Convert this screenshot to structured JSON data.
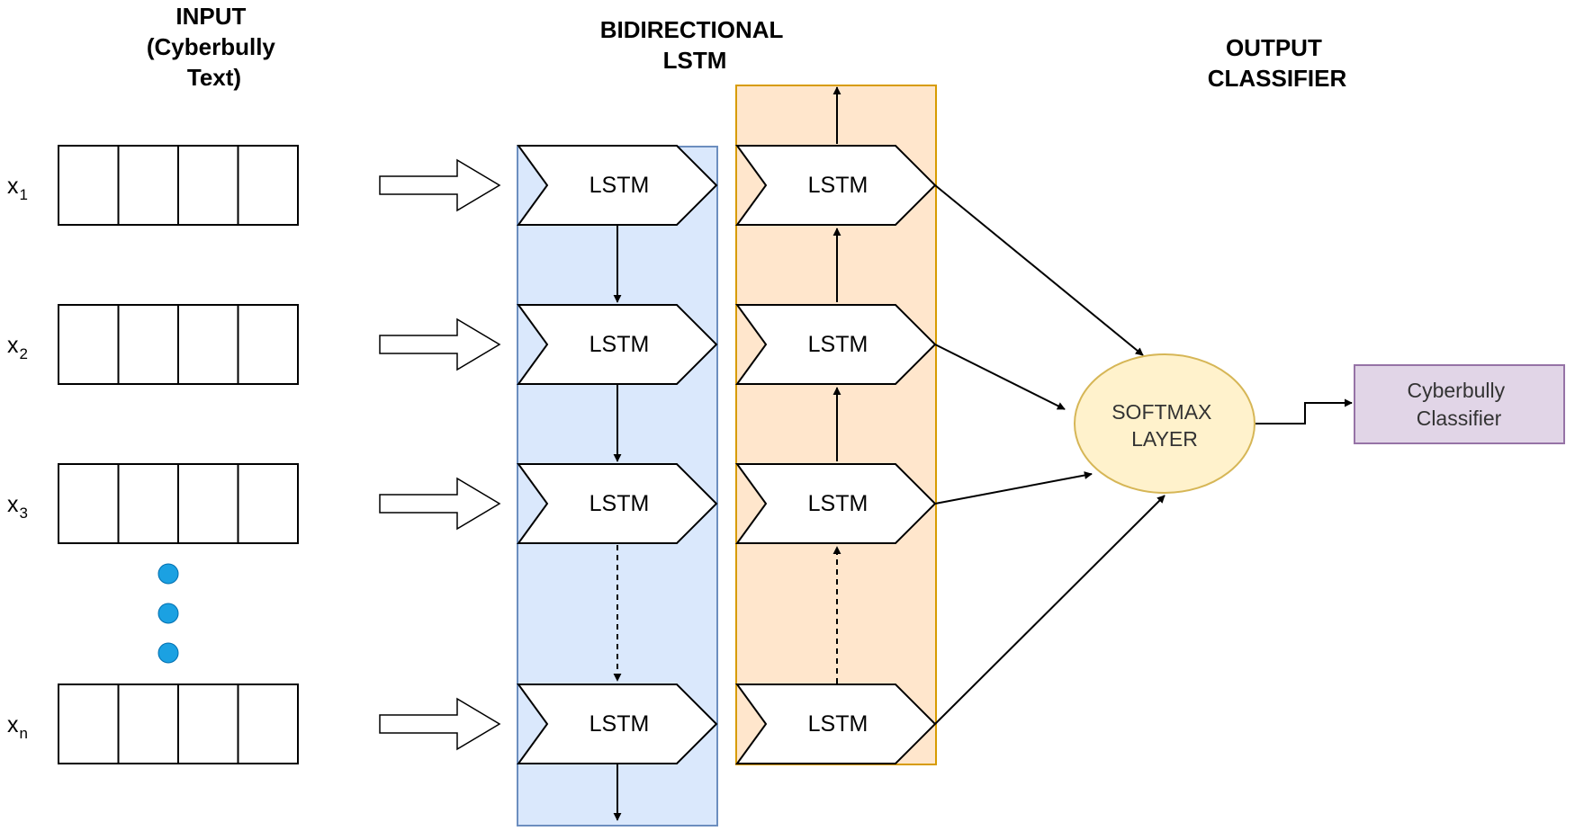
{
  "headings": {
    "input": [
      "INPUT",
      "(Cyberbully",
      "Text)"
    ],
    "bilstm": [
      "BIDIRECTIONAL",
      "LSTM"
    ],
    "output": [
      "OUTPUT",
      "CLASSIFIER"
    ]
  },
  "inputs": [
    {
      "base": "x",
      "sub": "1"
    },
    {
      "base": "x",
      "sub": "2"
    },
    {
      "base": "x",
      "sub": "3"
    },
    {
      "base": "x",
      "sub": "n"
    }
  ],
  "lstm_label": "LSTM",
  "softmax": [
    "SOFTMAX",
    "LAYER"
  ],
  "classifier": [
    "Cyberbully",
    "Classifier"
  ],
  "colors": {
    "forward_panel_fill": "#dae8fc",
    "forward_panel_stroke": "#6c8ebf",
    "backward_panel_fill": "#ffe6cc",
    "backward_panel_stroke": "#d79b00",
    "softmax_fill": "#fff2cc",
    "softmax_stroke": "#d6b656",
    "classifier_fill": "#e1d5e7",
    "classifier_stroke": "#9673a6",
    "dot_fill": "#1ba1e2"
  }
}
